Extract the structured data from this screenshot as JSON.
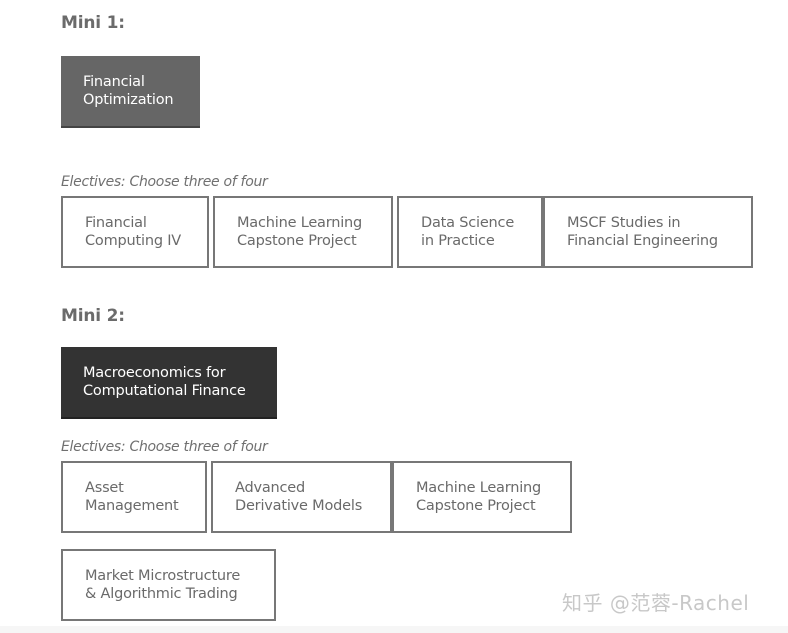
{
  "mini1": {
    "heading": "Mini 1:",
    "core": "Financial\nOptimization",
    "electives_label": "Electives: Choose three of four",
    "electives": [
      "Financial\nComputing IV",
      "Machine Learning\nCapstone Project",
      "Data Science\nin Practice",
      "MSCF Studies in\nFinancial Engineering"
    ]
  },
  "mini2": {
    "heading": "Mini 2:",
    "core": "Macroeconomics for\nComputational Finance",
    "electives_label": "Electives: Choose three of four",
    "electives": [
      "Asset\nManagement",
      "Advanced\nDerivative Models",
      "Machine Learning\nCapstone Project",
      "Market Microstructure\n& Algorithmic Trading"
    ]
  },
  "watermark": "知乎 @范蓉-Rachel",
  "colors": {
    "core_mid": "#666666",
    "core_dark": "#333333",
    "elective_border": "#777777"
  }
}
